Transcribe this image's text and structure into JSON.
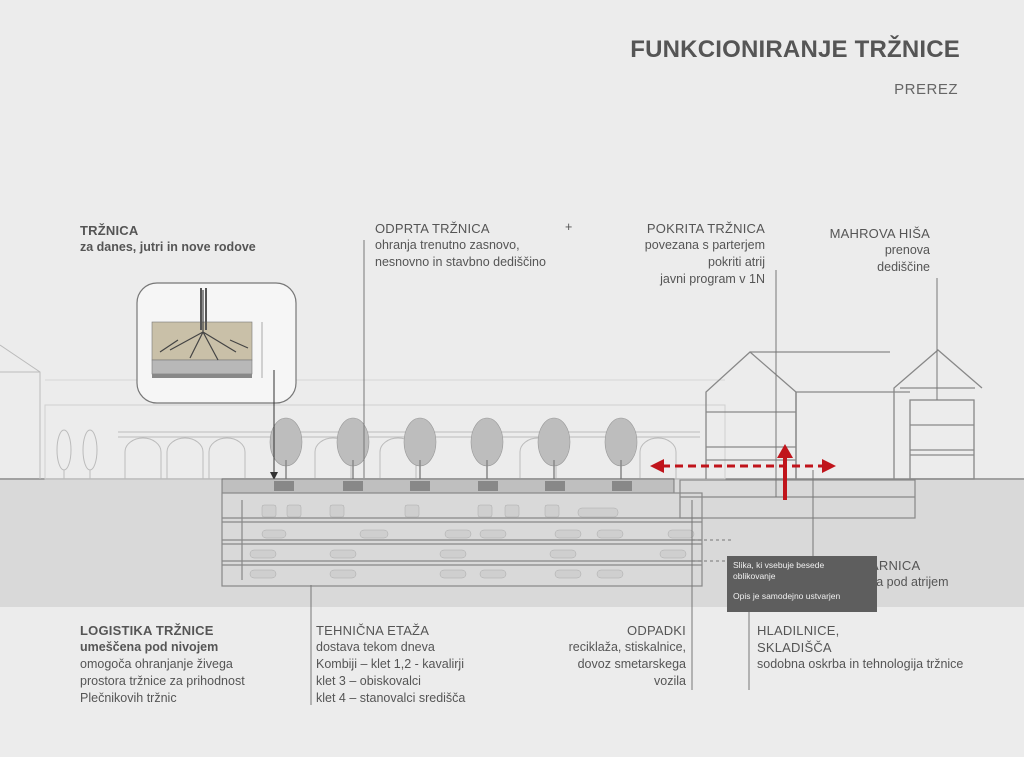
{
  "title": "FUNKCIONIRANJE TRŽNICE",
  "subtitle": "PREREZ",
  "labels": {
    "trznica": {
      "heading": "TRŽNICA",
      "sub": "za danes, jutri in nove rodove"
    },
    "odprta": {
      "heading": "ODPRTA TRŽNICA",
      "plus": "+",
      "lines": [
        "ohranja trenutno zasnovo,",
        "nesnovno in stavbno dediščino"
      ]
    },
    "pokrita": {
      "heading": "POKRITA TRŽNICA",
      "lines": [
        "povezana s parterjem",
        "pokriti atrij",
        "javni program v 1N"
      ]
    },
    "mahrova": {
      "heading": "MAHROVA HIŠA",
      "lines": [
        "prenova",
        "dediščine"
      ]
    },
    "logistika": {
      "heading": "LOGISTIKA TRŽNICE",
      "sub": "umeščena pod nivojem",
      "lines": [
        "omogoča ohranjanje živega",
        "prostora tržnice za prihodnost",
        "Plečnikovih tržnic"
      ]
    },
    "tehnicna": {
      "heading": "TEHNIČNA ETAŽA",
      "lines": [
        "dostava tekom dneva",
        "Kombiji – klet 1,2 - kavalirji",
        "klet 3 – obiskovalci",
        "klet 4 – stanovalci središča"
      ]
    },
    "odpadki": {
      "heading": "ODPADKI",
      "lines": [
        "reciklaža, stiskalnice,",
        "dovoz smetarskega",
        "vozila"
      ]
    },
    "hladilnice": {
      "heading": "HLADILNICE,",
      "heading2": "SKLADIŠČA",
      "lines": [
        "sodobna oskrba in tehnologija tržnice"
      ]
    },
    "arnica": {
      "heading": "ARNICA",
      "sub": "za pod atrijem"
    }
  },
  "tooltip": {
    "line1": "Slika, ki vsebuje besede",
    "line2": "oblikovanje",
    "line3": "Opis je samodejno ustvarjen"
  },
  "colors": {
    "background": "#ececec",
    "ground": "#d9d9d9",
    "line": "#777777",
    "arrow": "#c0141b",
    "tooltip": "#5e5e5e"
  }
}
